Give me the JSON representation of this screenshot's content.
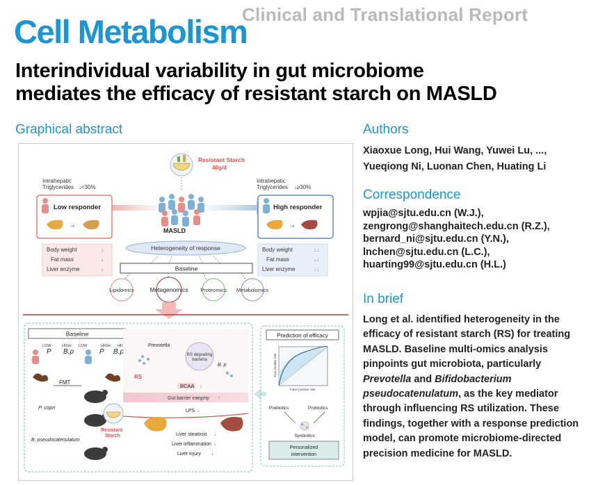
{
  "header": {
    "journal": "Cell Metabolism",
    "report_type": "Clinical and Translational Report",
    "title_line1": "Interindividual variability in gut microbiome",
    "title_line2": "mediates the efficacy of resistant starch on MASLD"
  },
  "sections": {
    "graphical_abstract": "Graphical abstract",
    "authors": "Authors",
    "correspondence": "Correspondence",
    "in_brief": "In brief"
  },
  "authors": {
    "line1": "Xiaoxue Long, Hui Wang, Yuwei Lu, ...,",
    "line2": "Yueqiong Ni, Luonan Chen, Huating Li"
  },
  "correspondence": [
    "wpjia@sjtu.edu.cn (W.J.),",
    "zengrong@shanghaitech.edu.cn (R.Z.),",
    "bernard_ni@sjtu.edu.cn (Y.N.),",
    "lnchen@sjtu.edu.cn (L.C.),",
    "huarting99@sjtu.edu.cn (H.L.)"
  ],
  "in_brief": {
    "p1": "Long et al. identified heterogeneity in the efficacy of resistant starch (RS) for treating MASLD. Baseline multi-omics analysis pinpoints gut microbiota, particularly ",
    "i1": "Prevotella",
    "p2": " and ",
    "i2": "Bifidobacterium pseudocatenulatum",
    "p3": ", as the key mediator through influencing RS utilization. These findings, together with a response prediction model, can promote microbiome-directed precision medicine for MASLD."
  },
  "abstract": {
    "rs_label": "Resistant Starch",
    "rs_dose": "40g/d",
    "tg_left_1": "Intrahepatic",
    "tg_left_2": "Triglycerides",
    "tg_left_val": "↓<30%",
    "tg_right_1": "Intrahepatic",
    "tg_right_2": "Triglycerides",
    "tg_right_val": "↓≥30%",
    "masld": "MASLD",
    "low_responder": "Low responder",
    "high_responder": "High responder",
    "heterogeneity": "Heterogeneity of response",
    "baseline": "Baseline",
    "metrics": [
      "Body weight",
      "Fat mass",
      "Liver enzyme"
    ],
    "omics": [
      "Lipidomics",
      "Metagenomics",
      "Proteomics",
      "Metabolomics"
    ],
    "baseline2": "Baseline",
    "low_tag": "LOW",
    "high_tag": "HIGH",
    "p_tag": "P",
    "bp_tag": "B.p",
    "fmt": "FMT",
    "p_copri": "P. copri",
    "b_pseudo": "B. pseudocatenulatum",
    "prevotella": "Prevotella",
    "rs_short": "RS",
    "rs_bacteria_1": "RS degrading",
    "rs_bacteria_2": "bacteria",
    "bp_short": "B. p",
    "bcaa": "BCAA",
    "gut_barrier": "Gut barrier integrity",
    "lps": "LPS",
    "liver_steatosis": "Liver steatosis",
    "liver_inflammation": "Liver inflammation",
    "liver_injury": "Liver injury",
    "rs_bottom_1": "Resistant",
    "rs_bottom_2": "Starch",
    "prediction": "Prediction of efficacy",
    "roc_y": "True positive rate",
    "roc_x": "False positive rate",
    "prebiotics": "Prebiotics",
    "probiotics": "Probiotics",
    "synbiotics": "Synbiotics",
    "personalized_1": "Personalized",
    "personalized_2": "intervention"
  },
  "colors": {
    "brand_blue": "#1c95d2",
    "low_red": "#d9534f",
    "high_blue": "#5b8cc6",
    "report_gray": "#b9b9b9"
  }
}
